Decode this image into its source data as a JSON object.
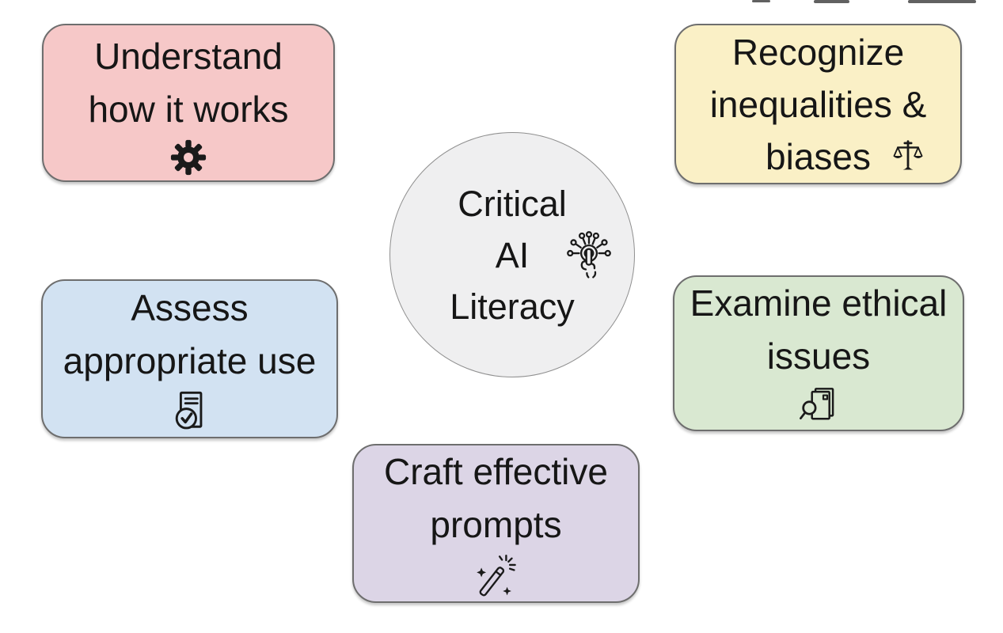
{
  "diagram": {
    "title_node": {
      "lines": [
        "Critical",
        "AI",
        "Literacy"
      ],
      "icon": "touch-network-icon",
      "bg_color": "#efeff0",
      "border_color": "#8f8f8f"
    },
    "nodes": [
      {
        "id": "understand",
        "lines": [
          "Understand",
          "how it works"
        ],
        "icon": "gear-icon",
        "bg_color": "#f6c8c8"
      },
      {
        "id": "recognize",
        "lines": [
          "Recognize",
          "inequalities &",
          "biases"
        ],
        "icon": "balance-scale-icon",
        "bg_color": "#faf0c6"
      },
      {
        "id": "assess",
        "lines": [
          "Assess",
          "appropriate use"
        ],
        "icon": "document-check-icon",
        "bg_color": "#d2e2f2"
      },
      {
        "id": "examine",
        "lines": [
          "Examine ethical",
          "issues"
        ],
        "icon": "document-search-icon",
        "bg_color": "#d9e8d1"
      },
      {
        "id": "craft",
        "lines": [
          "Craft effective",
          "prompts"
        ],
        "icon": "magic-wand-icon",
        "bg_color": "#dcd5e6"
      }
    ],
    "text_color": "#161616",
    "border_color": "#6e6e6e"
  }
}
